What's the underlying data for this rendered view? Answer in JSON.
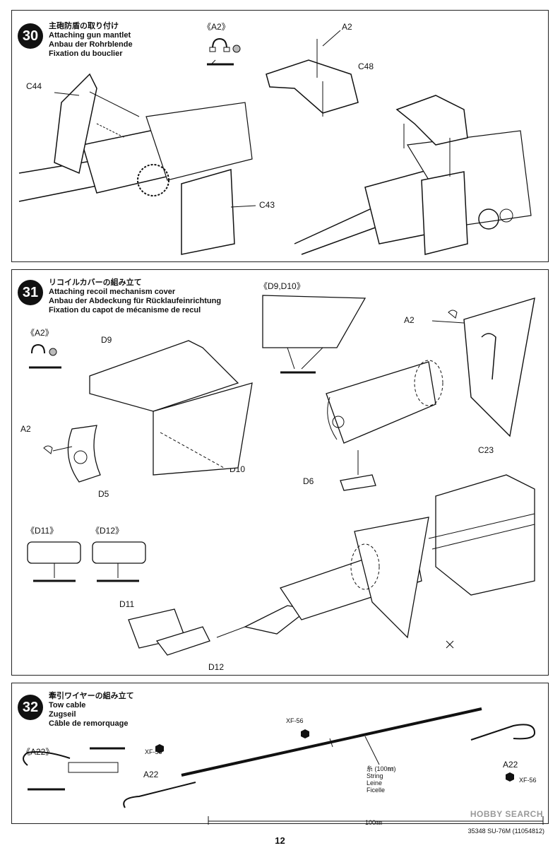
{
  "step30": {
    "number": "30",
    "title_ja": "主砲防盾の取り付け",
    "title_en": "Attaching gun mantlet",
    "title_de": "Anbau der Rohrblende",
    "title_fr": "Fixation du bouclier",
    "inset_label": "《A2》",
    "parts": {
      "a2": "A2",
      "c48": "C48",
      "c44": "C44",
      "c43": "C43"
    }
  },
  "step31": {
    "number": "31",
    "title_ja": "リコイルカバーの組み立て",
    "title_en": "Attaching recoil mechanism cover",
    "title_de": "Anbau der Abdeckung für Rücklaufeinrichtung",
    "title_fr": "Fixation du capot de mécanisme de recul",
    "inset_a2": "《A2》",
    "inset_d9d10": "《D9,D10》",
    "inset_d11": "《D11》",
    "inset_d12": "《D12》",
    "parts": {
      "d9": "D9",
      "a2_left": "A2",
      "d5": "D5",
      "d10": "D10",
      "a2_right": "A2",
      "c23": "C23",
      "d6": "D6",
      "d11": "D11",
      "d12": "D12"
    }
  },
  "step32": {
    "number": "32",
    "title_ja": "牽引ワイヤーの組み立て",
    "title_en": "Tow cable",
    "title_de": "Zugseil",
    "title_fr": "Câble de remorquage",
    "inset_a22": "《A22》",
    "paint_left": "XF-56",
    "paint_mid": "XF-56",
    "paint_right": "XF-56",
    "a22_left": "A22",
    "a22_right": "A22",
    "string_ja": "糸 (100㎜)",
    "string_en": "String",
    "string_de": "Leine",
    "string_fr": "Ficelle",
    "measure": "100㎜"
  },
  "footer": {
    "page": "12",
    "code": "35348  SU-76M (11054812)",
    "watermark": "HOBBY SEARCH"
  }
}
